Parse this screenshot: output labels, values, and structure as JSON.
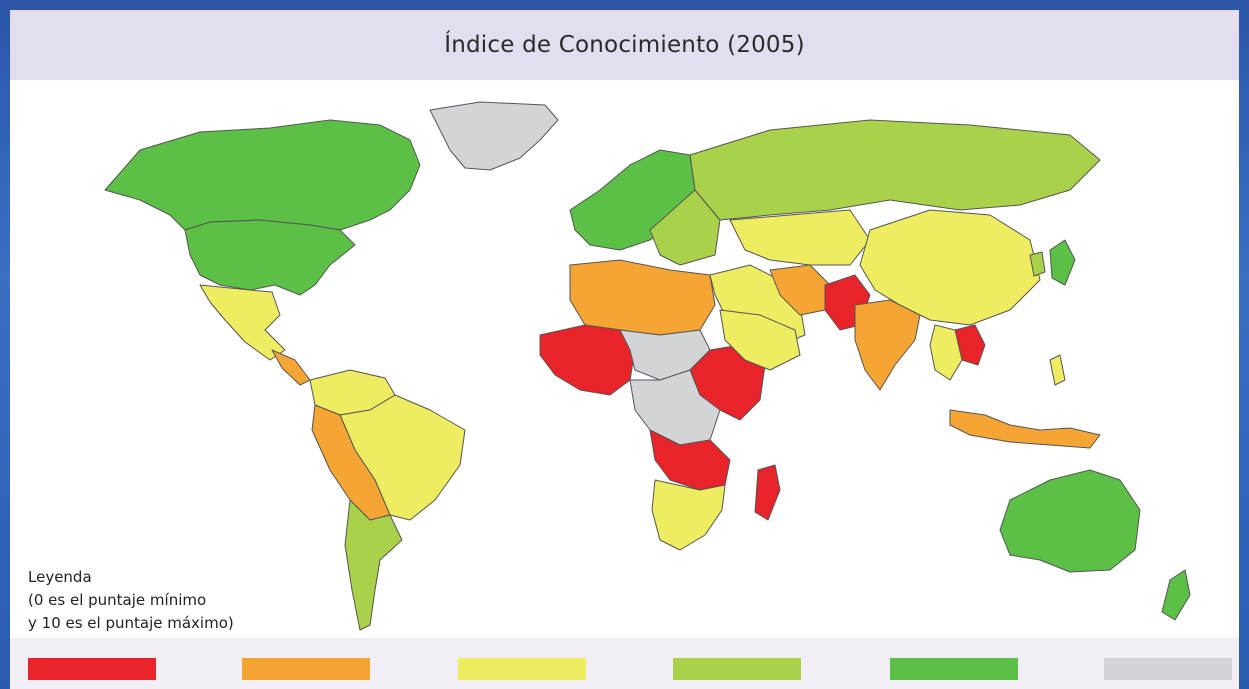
{
  "title": "Índice de Conocimiento (2005)",
  "legend": {
    "heading": "Leyenda",
    "note_line1": "(0 es el puntaje mínimo",
    "note_line2": "y 10 es el puntaje máximo)",
    "items": [
      {
        "color": "#e8232a",
        "label": ""
      },
      {
        "color": "#f4a534",
        "label": ""
      },
      {
        "color": "#eeec60",
        "label": ""
      },
      {
        "color": "#a9d24a",
        "label": ""
      },
      {
        "color": "#5cbf46",
        "label": ""
      },
      {
        "color": "#d2d4d8",
        "label": ""
      }
    ]
  },
  "colors": {
    "ocean": "#ffffff",
    "title_bar": "#e3ddef",
    "red": "#e8232a",
    "orange": "#f4a534",
    "yellow": "#eeec60",
    "light_green": "#a9d24a",
    "green": "#5cbf46",
    "no_data": "#d2d4d8"
  }
}
